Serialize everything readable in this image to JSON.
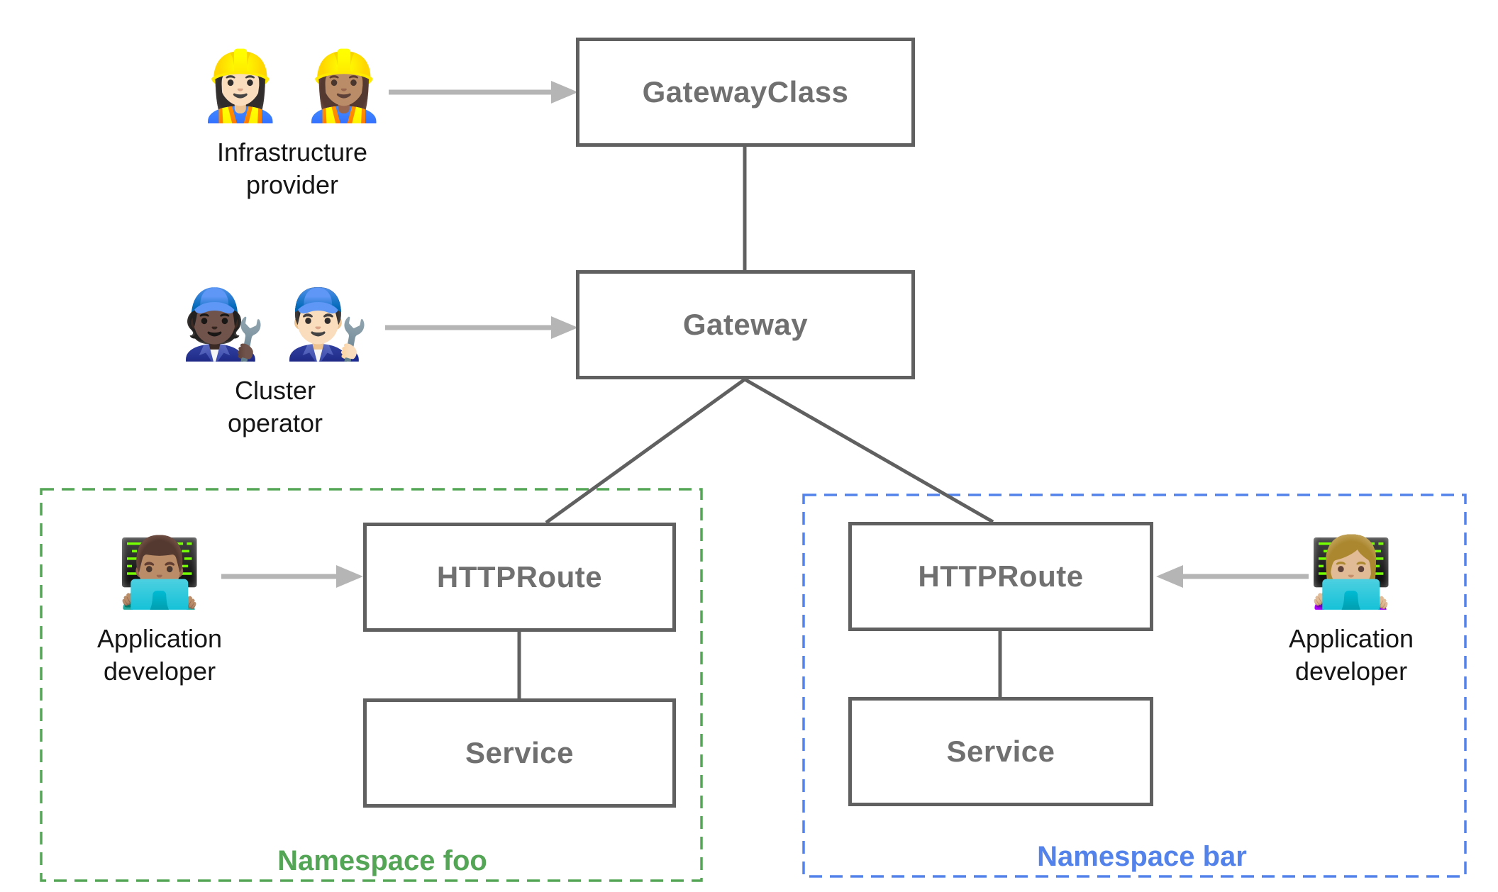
{
  "colors": {
    "node_border": "#606060",
    "node_label": "#707070",
    "connector": "#606060",
    "arrow": "#b5b5b5",
    "persona_label": "#151515",
    "namespace_foo": "#54a656",
    "namespace_bar": "#5383ea"
  },
  "nodes": {
    "gatewayclass": {
      "label": "GatewayClass"
    },
    "gateway": {
      "label": "Gateway"
    },
    "httproute_foo": {
      "label": "HTTPRoute"
    },
    "service_foo": {
      "label": "Service"
    },
    "httproute_bar": {
      "label": "HTTPRoute"
    },
    "service_bar": {
      "label": "Service"
    }
  },
  "personas": {
    "infrastructure_provider": {
      "emojis": "👷🏻‍♀️ 👷🏽‍♀️",
      "label": "Infrastructure\nprovider"
    },
    "cluster_operator": {
      "emojis": "🧑🏿‍🔧 👨🏻‍🔧",
      "label": "Cluster\noperator"
    },
    "app_developer_foo": {
      "emojis": "👨🏽‍💻",
      "label": "Application\ndeveloper"
    },
    "app_developer_bar": {
      "emojis": "👩🏼‍💻",
      "label": "Application\ndeveloper"
    }
  },
  "namespaces": {
    "foo": {
      "label": "Namespace foo"
    },
    "bar": {
      "label": "Namespace bar"
    }
  }
}
